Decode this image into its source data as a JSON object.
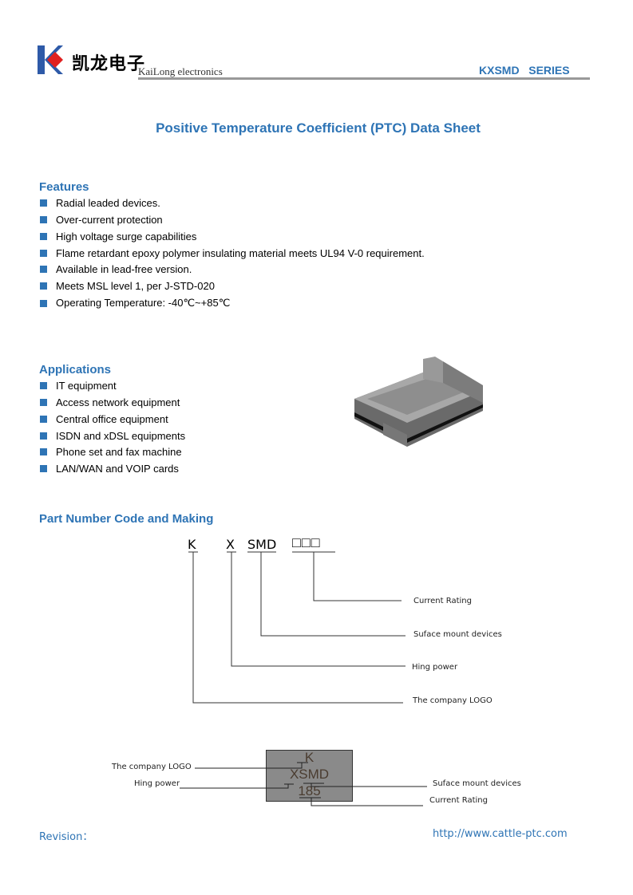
{
  "header": {
    "brand_cn": "凯龙电子",
    "brand_en": "KaiLong electronics",
    "series": "KXSMD   SERIES"
  },
  "title": "Positive Temperature Coefficient (PTC) Data Sheet",
  "features": {
    "heading": "Features",
    "items": [
      "Radial leaded devices.",
      "Over-current protection",
      "High voltage surge capabilities",
      "Flame retardant epoxy polymer insulating material meets UL94 V-0 requirement.",
      "Available in lead-free version.",
      "Meets MSL level 1, per J-STD-020",
      "Operating Temperature: -40℃~+85℃"
    ]
  },
  "applications": {
    "heading": "Applications",
    "items": [
      "IT equipment",
      "Access network equipment",
      "Central office equipment",
      "ISDN and xDSL equipments",
      "Phone set and fax machine",
      "LAN/WAN and VOIP cards"
    ]
  },
  "part_number": {
    "heading": "Part Number Code and Making",
    "code": {
      "k": "K",
      "x": "X",
      "smd": "SMD",
      "boxes": "□□□"
    },
    "labels": {
      "current": "Current Rating",
      "smd": "Suface mount devices",
      "power": "Hing power",
      "logo": "The company LOGO"
    },
    "marking": {
      "line1": "K",
      "line2": "XSMD",
      "line3": "185"
    }
  },
  "footer": {
    "revision": "Revision：",
    "url": "http://www.cattle-ptc.com"
  }
}
